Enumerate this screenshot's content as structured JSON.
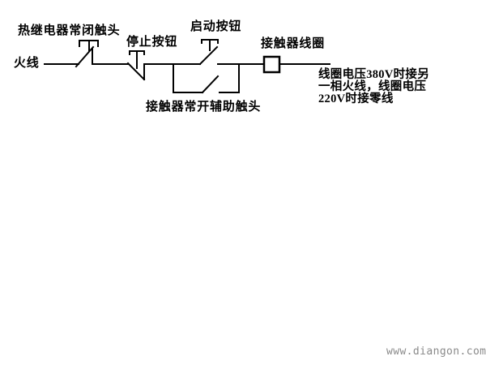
{
  "diagram": {
    "labels": {
      "thermal_nc_contact": "热继电器常闭触头",
      "live_wire": "火线",
      "stop_button": "停止按钮",
      "start_button": "启动按钮",
      "contactor_coil": "接触器线圈",
      "contactor_no_aux_contact": "接触器常开辅助触头"
    },
    "note": {
      "line1": "线圈电压380V时接另",
      "line2": "一相火线，线圈电压",
      "line3": "220V时接零线"
    },
    "colors": {
      "line": "#000000",
      "label_text": "#000000",
      "watermark_text": "#8a8a8a",
      "background": "#ffffff"
    }
  },
  "watermark": "www.diangon.com"
}
